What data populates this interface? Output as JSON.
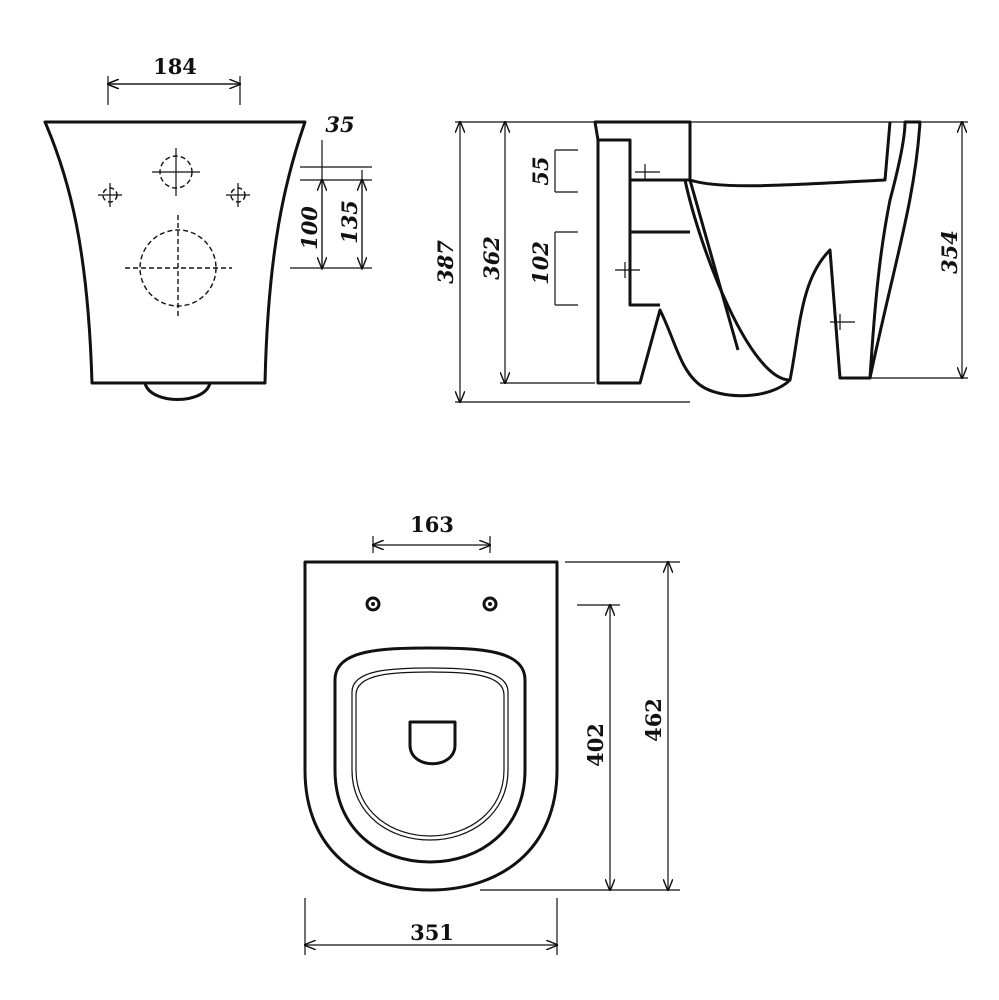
{
  "front_view": {
    "width_between_fixings": "184",
    "top_offset": "35",
    "outlet_height": "100",
    "outlet_to_fixing": "135"
  },
  "side_view": {
    "overall_height": "387",
    "bowl_height": "362",
    "inlet_size": "55",
    "outlet_size": "102",
    "rim_height": "354"
  },
  "top_view": {
    "hole_spacing": "163",
    "bowl_length": "402",
    "overall_length": "462",
    "overall_width": "351"
  }
}
